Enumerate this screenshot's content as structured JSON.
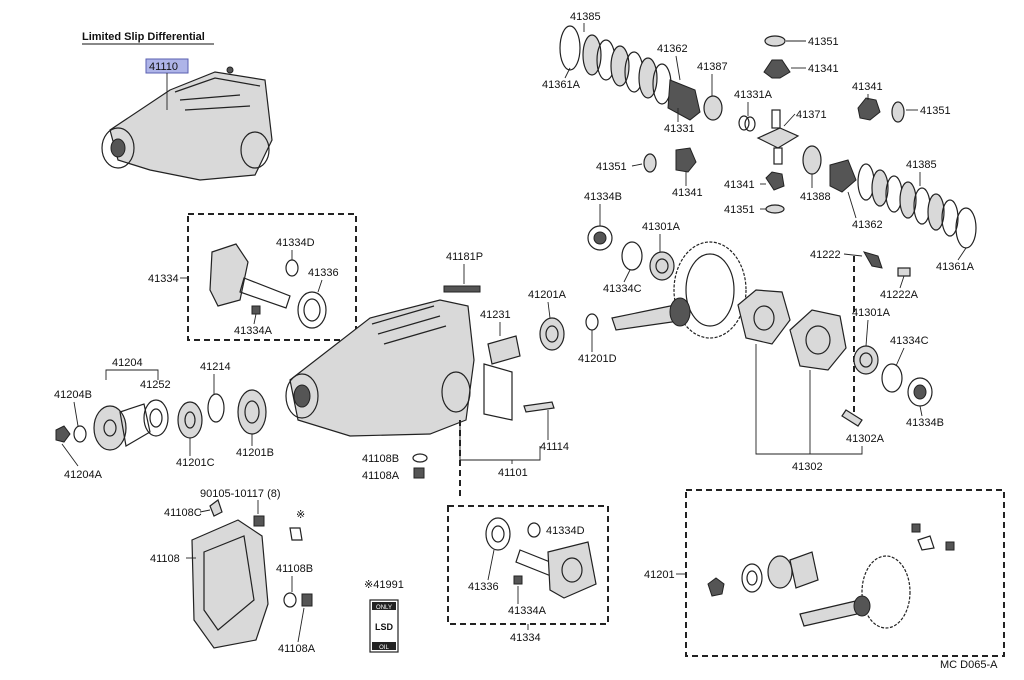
{
  "title": "Limited Slip Differential",
  "footer_code": "MC D065-A",
  "asterisk_label": "※",
  "highlight_color": "#aeb4e8",
  "callouts": {
    "p41110": "41110",
    "p41385_top": "41385",
    "p41351_a": "41351",
    "p41362_top": "41362",
    "p41387": "41387",
    "p41341_a": "41341",
    "p41361A_top": "41361A",
    "p41331": "41331",
    "p41331A": "41331A",
    "p41371": "41371",
    "p41341_b": "41341",
    "p41351_b": "41351",
    "p41351_c": "41351",
    "p41341_c": "41341",
    "p41341_d": "41341",
    "p41388": "41388",
    "p41385_right": "41385",
    "p41351_d": "41351",
    "p41362_right": "41362",
    "p41361A_right": "41361A",
    "p41334B_top": "41334B",
    "p41301A_top": "41301A",
    "p41334C_top": "41334C",
    "p41222": "41222",
    "p41222A": "41222A",
    "p41301A_right": "41301A",
    "p41334C_right": "41334C",
    "p41334B_right": "41334B",
    "p41302A": "41302A",
    "p41302": "41302",
    "p41334D_left": "41334D",
    "p41334_left": "41334",
    "p41336_left": "41336",
    "p41334A_left": "41334A",
    "p41181P": "41181P",
    "p41201A": "41201A",
    "p41231": "41231",
    "p41201D": "41201D",
    "p41204": "41204",
    "p41252": "41252",
    "p41214": "41214",
    "p41204B": "41204B",
    "p41204A": "41204A",
    "p41201C": "41201C",
    "p41201B": "41201B",
    "p41114": "41114",
    "p41101": "41101",
    "p41108B_mid": "41108B",
    "p41108A_mid": "41108A",
    "p90105": "90105-10117 (8)",
    "p41108C": "41108C",
    "p41108": "41108",
    "p41108B_low": "41108B",
    "p41108A_low": "41108A",
    "p41991": "※41991",
    "p41334D_bottom": "41334D",
    "p41336_bottom": "41336",
    "p41334A_bottom": "41334A",
    "p41334_bottom": "41334",
    "p41201": "41201"
  },
  "lsd_plate": {
    "top": "ONLY",
    "mid": "LSD",
    "bottom": "OIL"
  }
}
